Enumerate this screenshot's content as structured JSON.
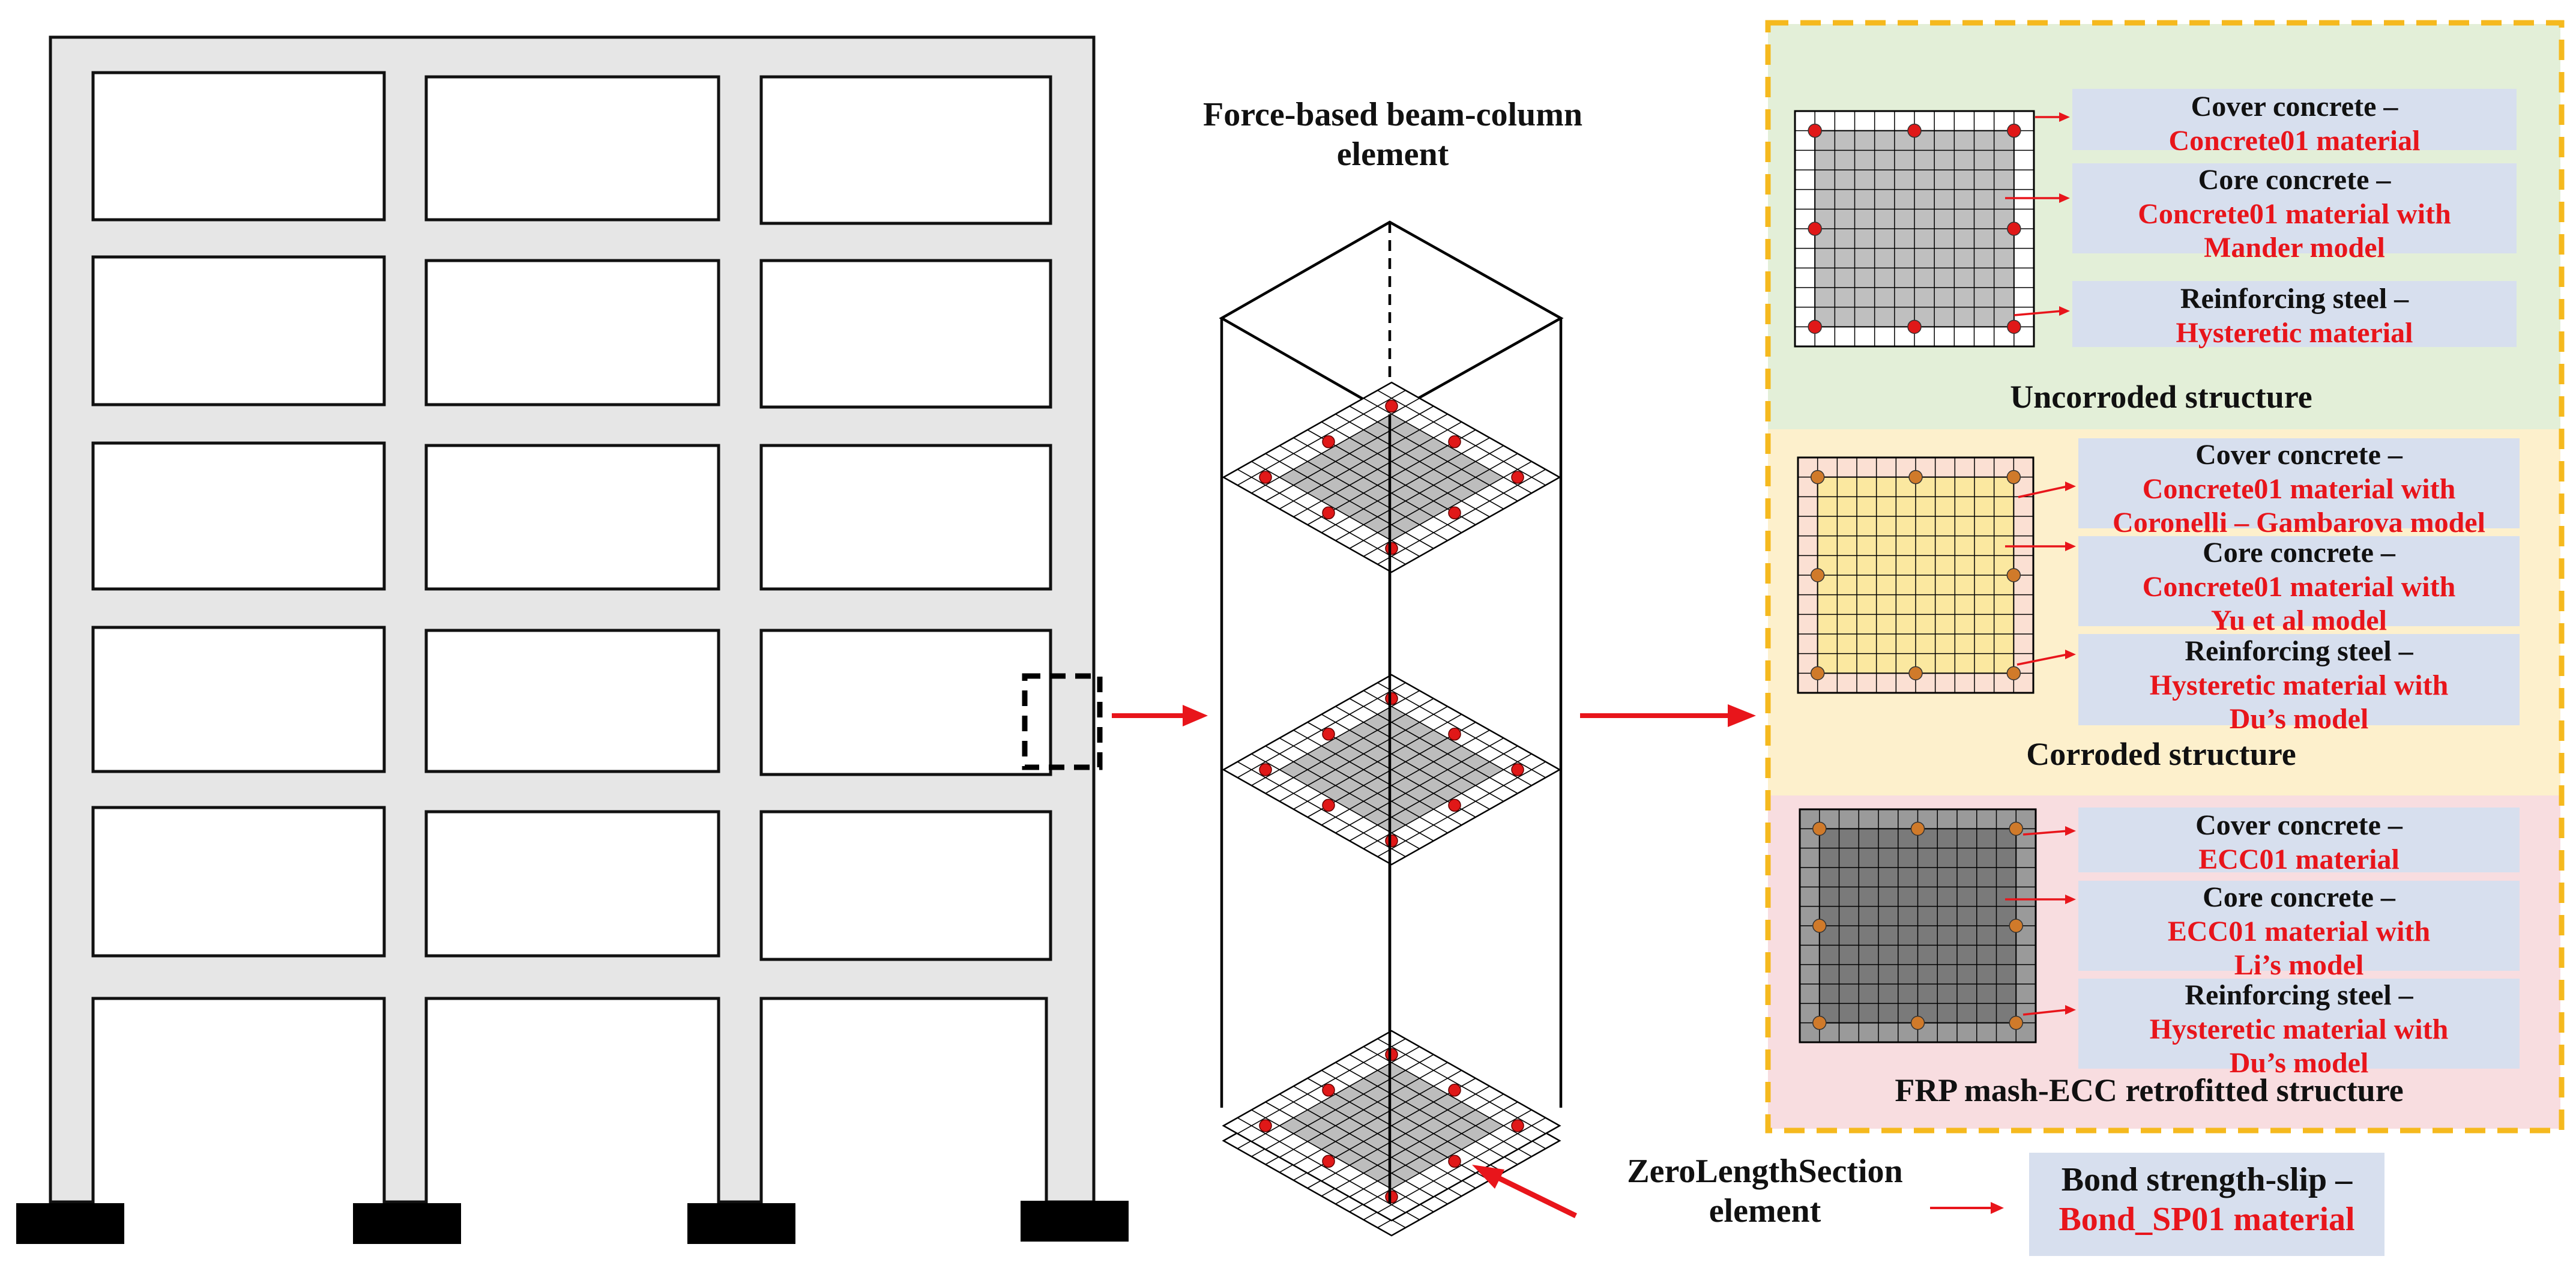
{
  "column_element_title": "Force-based beam-column element",
  "zero_length": {
    "line1": "ZeroLengthSection",
    "line2": "element"
  },
  "bond": {
    "title": "Bond strength-slip –",
    "material": "Bond_SP01 material"
  },
  "sections": {
    "uncorroded": {
      "caption": "Uncorroded structure",
      "items": [
        {
          "title": "Cover concrete –",
          "lines": [
            "Concrete01 material"
          ]
        },
        {
          "title": "Core concrete –",
          "lines": [
            "Concrete01 material with",
            "Mander model"
          ]
        },
        {
          "title": "Reinforcing steel –",
          "lines": [
            "Hysteretic material"
          ]
        }
      ]
    },
    "corroded": {
      "caption": "Corroded structure",
      "items": [
        {
          "title": "Cover concrete –",
          "lines": [
            "Concrete01 material with",
            "Coronelli – Gambarova model"
          ]
        },
        {
          "title": "Core concrete –",
          "lines": [
            "Concrete01 material with",
            "Yu et al model"
          ]
        },
        {
          "title": "Reinforcing steel –",
          "lines": [
            "Hysteretic material with",
            "Du’s model"
          ]
        }
      ]
    },
    "retrofitted": {
      "caption": "FRP mash-ECC retrofitted structure",
      "items": [
        {
          "title": "Cover concrete –",
          "lines": [
            "ECC01 material"
          ]
        },
        {
          "title": "Core concrete –",
          "lines": [
            "ECC01 material with",
            "Li’s model"
          ]
        },
        {
          "title": "Reinforcing steel –",
          "lines": [
            "Hysteretic material with",
            "Du’s model"
          ]
        }
      ]
    }
  },
  "colors": {
    "frame": "#e6e6e6",
    "arrow": "#e8151b",
    "label_red": "#e8151b",
    "box_fill": "#d7dfee",
    "panel_border": "#f5b91e",
    "bg_uncorroded": "#e3efd8",
    "bg_corroded": "#fdf0cc",
    "bg_retrofitted": "#f8dde0",
    "rebar_red": "#e01818",
    "rebar_orange": "#d07a2a",
    "core_gray": "#bfbfbf",
    "core_yellow": "#fbe8a0",
    "core_dark": "#7a7a7a"
  }
}
